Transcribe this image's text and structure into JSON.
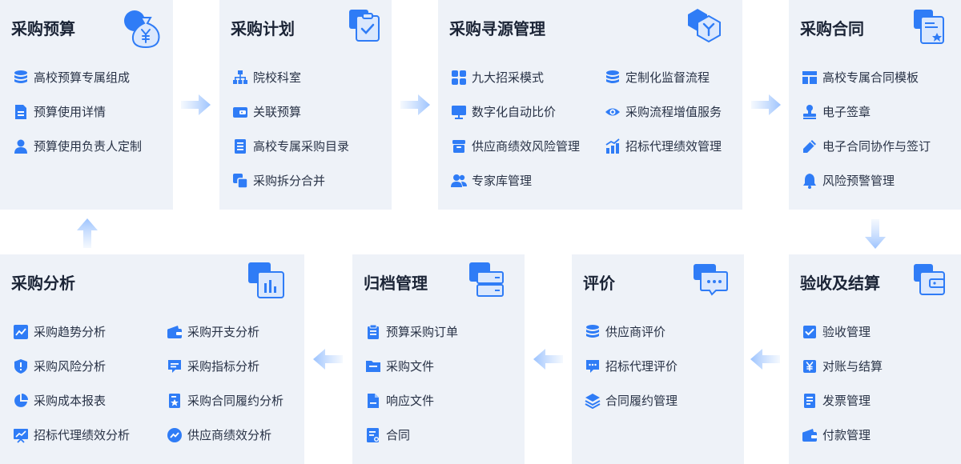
{
  "colors": {
    "card_bg": "#eef2f8",
    "accent": "#2f7cf6",
    "accent_light": "#9cc3ff",
    "arrow": "#b8d3fb",
    "title": "#1b2436",
    "text": "#283246"
  },
  "cards": [
    {
      "id": "budget",
      "title": "采购预算",
      "badge_icon": "money-bag-icon",
      "items": [
        {
          "label": "高校预算专属组成",
          "icon": "database-icon"
        },
        {
          "label": "预算使用详情",
          "icon": "document-icon"
        },
        {
          "label": "预算使用负责人定制",
          "icon": "person-icon"
        }
      ]
    },
    {
      "id": "plan",
      "title": "采购计划",
      "badge_icon": "clipboard-check-icon",
      "items": [
        {
          "label": "院校科室",
          "icon": "org-chart-icon"
        },
        {
          "label": "关联预算",
          "icon": "wallet-icon"
        },
        {
          "label": "高校专属采购目录",
          "icon": "list-doc-icon"
        },
        {
          "label": "采购拆分合并",
          "icon": "copy-icon"
        }
      ]
    },
    {
      "id": "sourcing",
      "title": "采购寻源管理",
      "badge_icon": "hexagon-branch-icon",
      "items": [
        {
          "label": "九大招采模式",
          "icon": "grid-icon"
        },
        {
          "label": "定制化监督流程",
          "icon": "database-icon"
        },
        {
          "label": "数字化自动比价",
          "icon": "monitor-icon"
        },
        {
          "label": "采购流程增值服务",
          "icon": "eye-icon"
        },
        {
          "label": "供应商绩效风险管理",
          "icon": "box-icon"
        },
        {
          "label": "招标代理绩效管理",
          "icon": "bar-trend-icon"
        },
        {
          "label": "专家库管理",
          "icon": "people-icon"
        }
      ]
    },
    {
      "id": "contract",
      "title": "采购合同",
      "badge_icon": "contract-star-icon",
      "items": [
        {
          "label": "高校专属合同模板",
          "icon": "template-icon"
        },
        {
          "label": "电子签章",
          "icon": "stamp-icon"
        },
        {
          "label": "电子合同协作与签订",
          "icon": "pen-icon"
        },
        {
          "label": "风险预警管理",
          "icon": "bell-icon"
        }
      ]
    },
    {
      "id": "acceptance",
      "title": "验收及结算",
      "badge_icon": "wallet-card-icon",
      "items": [
        {
          "label": "验收管理",
          "icon": "checkbox-icon"
        },
        {
          "label": "对账与结算",
          "icon": "yen-icon"
        },
        {
          "label": "发票管理",
          "icon": "invoice-icon"
        },
        {
          "label": "付款管理",
          "icon": "purse-icon"
        }
      ]
    },
    {
      "id": "evaluation",
      "title": "评价",
      "badge_icon": "chat-bubble-icon",
      "items": [
        {
          "label": "供应商评价",
          "icon": "database-icon"
        },
        {
          "label": "招标代理评价",
          "icon": "message-icon"
        },
        {
          "label": "合同履约管理",
          "icon": "layers-icon"
        }
      ]
    },
    {
      "id": "archive",
      "title": "归档管理",
      "badge_icon": "server-icon",
      "items": [
        {
          "label": "预算采购订单",
          "icon": "clipboard-icon"
        },
        {
          "label": "采购文件",
          "icon": "folder-icon"
        },
        {
          "label": "响应文件",
          "icon": "file-icon"
        },
        {
          "label": "合同",
          "icon": "contract-doc-icon"
        }
      ]
    },
    {
      "id": "analysis",
      "title": "采购分析",
      "badge_icon": "bar-chart-icon",
      "items": [
        {
          "label": "采购趋势分析",
          "icon": "trend-icon"
        },
        {
          "label": "采购开支分析",
          "icon": "wallet-icon"
        },
        {
          "label": "采购风险分析",
          "icon": "shield-icon"
        },
        {
          "label": "采购指标分析",
          "icon": "message-icon"
        },
        {
          "label": "采购成本报表",
          "icon": "pie-icon"
        },
        {
          "label": "采购合同履约分析",
          "icon": "contract-star-icon"
        },
        {
          "label": "招标代理绩效分析",
          "icon": "presentation-icon"
        },
        {
          "label": "供应商绩效分析",
          "icon": "circle-trend-icon"
        }
      ]
    }
  ]
}
